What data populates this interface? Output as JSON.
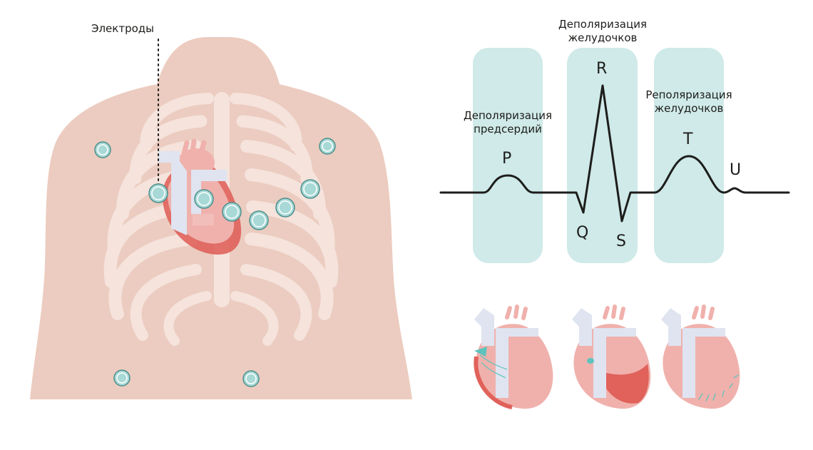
{
  "torso": {
    "electrodes_label": "Электроды"
  },
  "ecg": {
    "atrial_depolarization": [
      "Деполяризация",
      "предсердий"
    ],
    "ventricular_depolarization": [
      "Деполяризация",
      "желудочков"
    ],
    "ventricular_repolarization": [
      "Реполяризация",
      "желудочков"
    ],
    "waves": {
      "P": "P",
      "Q": "Q",
      "R": "R",
      "S": "S",
      "T": "T",
      "U": "U"
    }
  },
  "colors": {
    "skin": "#ecccc0",
    "bone": "#f5e3dc",
    "heart_pink": "#f0b1ac",
    "heart_red": "#e0625b",
    "vessel_blue": "#dfe4f0",
    "band_teal": "#cfeae8",
    "electrode": "#a8d9d6",
    "electrode_ring": "#4e8f8c",
    "line": "#1d1d1b"
  },
  "icons": [
    "torso-illustration",
    "rib-cage",
    "heart-icon",
    "electrode-icon",
    "ecg-waveform",
    "heart-cross-section-icon"
  ]
}
